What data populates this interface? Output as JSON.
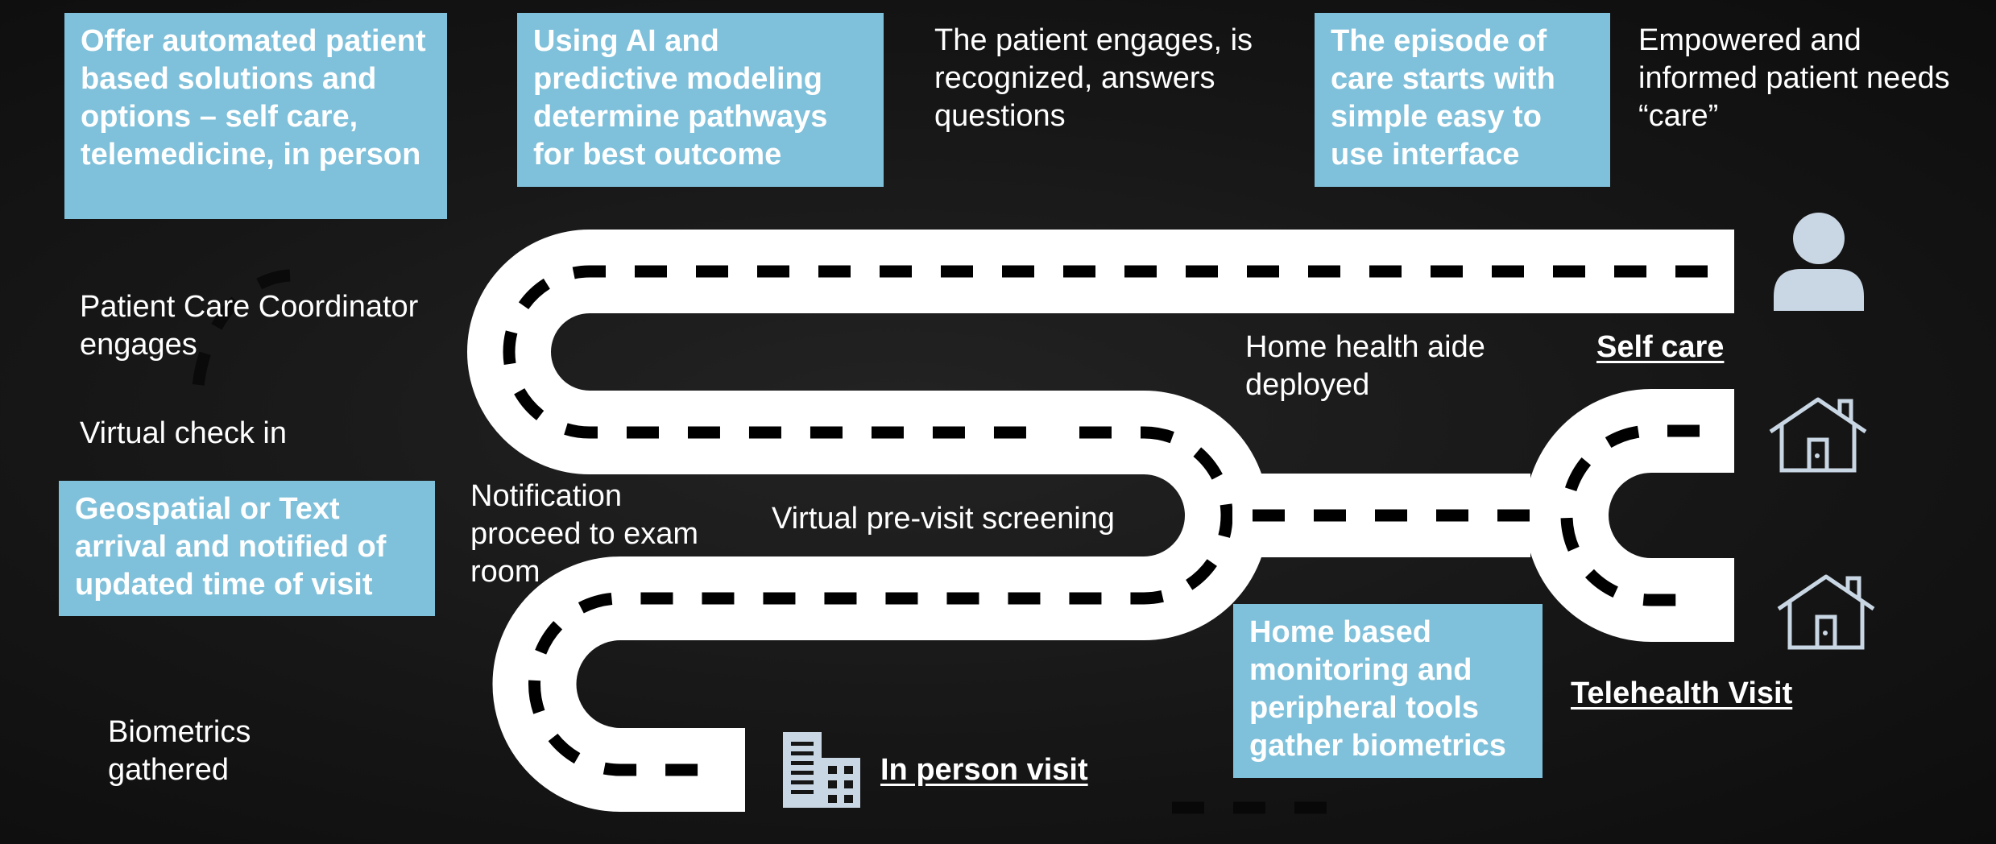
{
  "boxes": {
    "offer_solutions": "Offer automated patient based solutions and options – self care, telemedicine, in person",
    "ai_pathways": "Using AI and predictive modeling determine pathways for best outcome",
    "episode_start": "The episode of care starts with simple easy to use interface",
    "geospatial": "Geospatial or Text arrival and notified of updated time of visit",
    "home_monitoring": "Home based monitoring and peripheral tools gather biometrics"
  },
  "labels": {
    "patient_engages": "The patient engages, is recognized, answers questions",
    "empowered_patient": "Empowered and informed patient needs “care”",
    "care_coordinator": "Patient Care Coordinator engages",
    "virtual_checkin": "Virtual check in",
    "notification": "Notification proceed to exam room",
    "pre_visit": "Virtual pre-visit screening",
    "home_health_aide": "Home health aide deployed",
    "biometrics": "Biometrics gathered"
  },
  "destinations": {
    "self_care": "Self care",
    "telehealth": "Telehealth Visit",
    "in_person": "In person visit"
  },
  "icons": [
    "person-icon",
    "house-icon",
    "house-icon",
    "office-building-icon"
  ],
  "colors": {
    "background": "#151515",
    "box_fill": "#7fc0da",
    "road": "#ffffff",
    "road_dash": "#000000",
    "icon_fill": "#c9d6e4"
  }
}
